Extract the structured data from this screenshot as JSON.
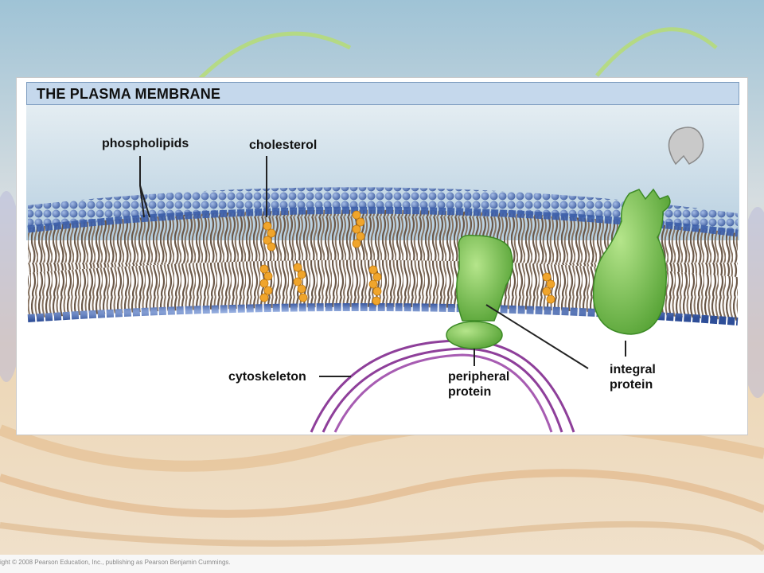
{
  "title": "THE PLASMA MEMBRANE",
  "labels": {
    "phospholipids": "phospholipids",
    "cholesterol": "cholesterol",
    "cytoskeleton": "cytoskeleton",
    "peripheral_line1": "peripheral",
    "peripheral_line2": "protein",
    "integral_line1": "integral",
    "integral_line2": "protein"
  },
  "copyright": "ight © 2008 Pearson Education, Inc., publishing as Pearson Benjamin Cummings.",
  "colors": {
    "title_bar": "#c5d8ec",
    "head_groups": "#3c5ea8",
    "tails": "#6a5a4e",
    "cholesterol": "#f0a52c",
    "protein": "#79c24d",
    "cytoskeleton": "#8e3f9a"
  }
}
